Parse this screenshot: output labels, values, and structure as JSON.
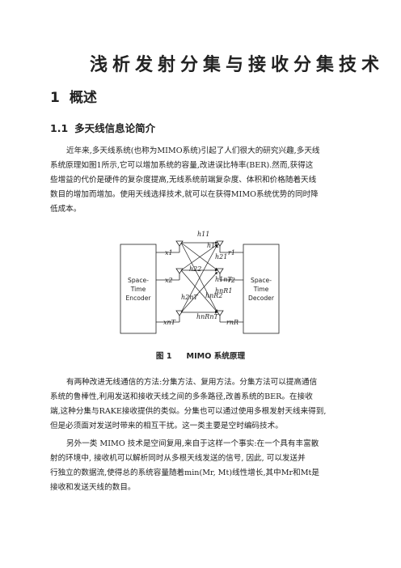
{
  "document": {
    "title": "浅析发射分集与接收分集技术",
    "section1": {
      "number": "1",
      "title": "概述"
    },
    "section1_1": {
      "number": "1.1",
      "title": "多天线信息论简介"
    },
    "paragraph1": [
      "近年来,多天线系统(也称为MIMO系统)引起了人们很大的研究兴趣,多天线",
      "系统原理如图1所示,它可以增加系统的容量,改进误比特率(BER).然而,获得这",
      "些增益的代价是硬件的复杂度提高,无线系统前端复杂度、体积和价格随着天线",
      "数目的增加而增加。使用天线选择技术,就可以在获得MIMO系统优势的同时降",
      "低成本。"
    ],
    "figure": {
      "caption_number": "图 1",
      "caption_text": "MIMO 系统原理",
      "encoder_label": [
        "Space-",
        "Time",
        "Encoder"
      ],
      "decoder_label": [
        "Space-",
        "Time",
        "Decoder"
      ],
      "tx_labels": [
        "x1",
        "x2",
        "xnT"
      ],
      "rx_labels": [
        "r1",
        "r2",
        "rnR"
      ],
      "channel_labels": [
        "h11",
        "h12",
        "h21",
        "h22",
        "h1nT",
        "h2nT",
        "hnR1",
        "hnR2",
        "hnRnT"
      ]
    },
    "paragraph2": [
      "有两种改进无线通信的方法:分集方法、复用方法。分集方法可以提高通信",
      "系统的鲁棒性,利用发送和接收天线之间的多条路径,改善系统的BER。在接收",
      "端,这种分集与RAKE接收提供的类似。分集也可以通过使用多根发射天线来得到,",
      "但是必须面对发送时带来的相互干扰。这一类主要是空时编码技术。"
    ],
    "paragraph3": [
      "另外一类 MIMO 技术是空间复用,来自于这样一个事实:在一个具有丰富散",
      "射的环境中, 接收机可以解析同时从多根天线发送的信号, 因此, 可以发送并",
      "行独立的数据流,使得总的系统容量随着min(Mr, Mt)线性增长,其中Mr和Mt是",
      "接收和发送天线的数目。"
    ]
  }
}
